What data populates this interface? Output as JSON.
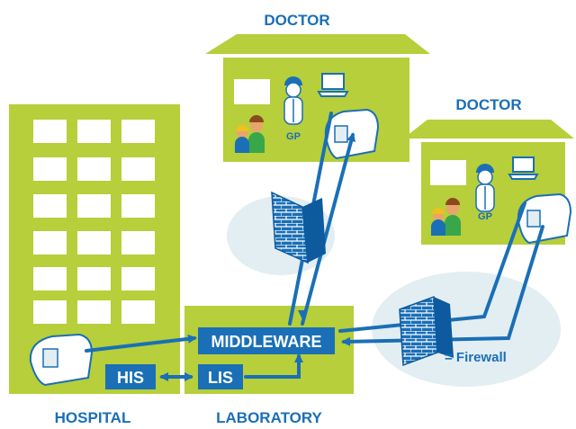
{
  "labels": {
    "doctor_top": "DOCTOR",
    "doctor_right": "DOCTOR",
    "gp_top": "GP",
    "gp_right": "GP",
    "middleware": "MIDDLEWARE",
    "his": "HIS",
    "lis": "LIS",
    "hospital": "HOSPITAL",
    "laboratory": "LABORATORY",
    "firewall_legend": "= Firewall"
  },
  "colors": {
    "green": "#b6cf3a",
    "blue": "#1a6fb6",
    "dark_blue": "#0d5a9e",
    "bubble": "#e3eef2",
    "window": "#ffffff"
  },
  "icons": [
    "hospital-building-icon",
    "doctor-house-icon",
    "gp-doctor-icon",
    "patients-icon",
    "laptop-icon",
    "analyzer-device-icon",
    "firewall-icon"
  ]
}
